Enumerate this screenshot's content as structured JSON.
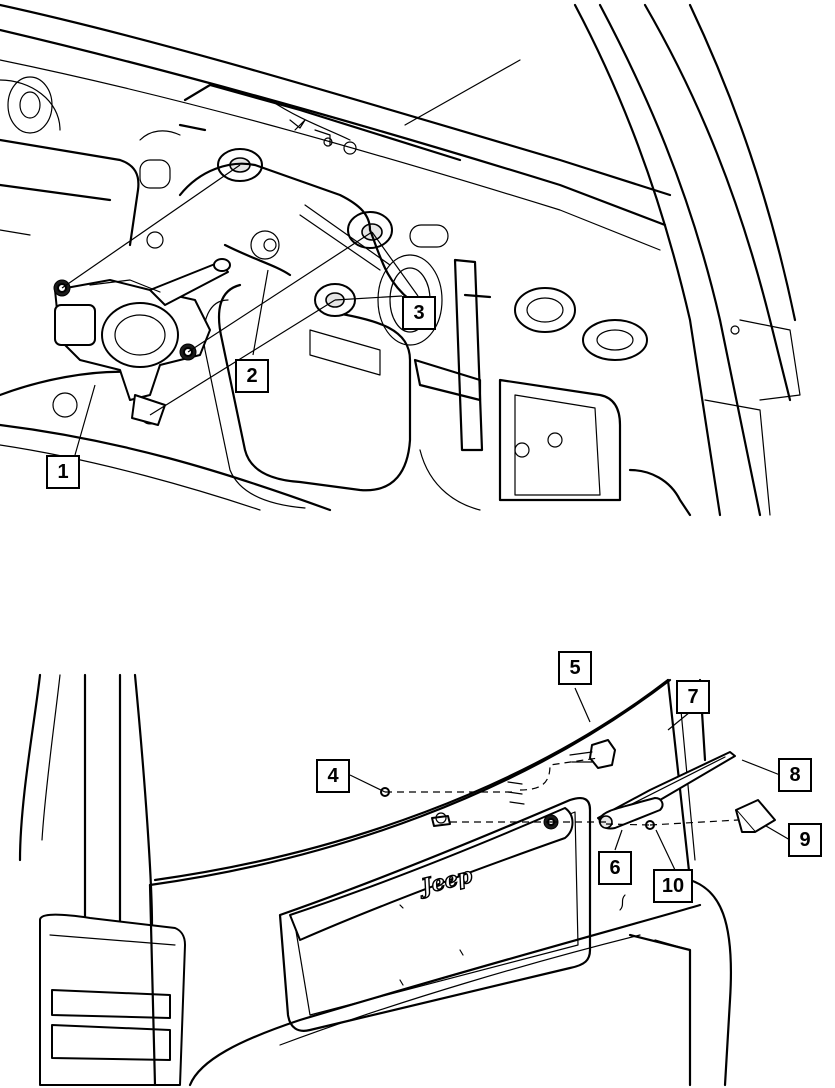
{
  "callouts": {
    "c1": "1",
    "c2": "2",
    "c3": "3",
    "c4": "4",
    "c5": "5",
    "c6": "6",
    "c7": "7",
    "c8": "8",
    "c9": "9",
    "c10": "10"
  },
  "badge_text": "Jeep"
}
